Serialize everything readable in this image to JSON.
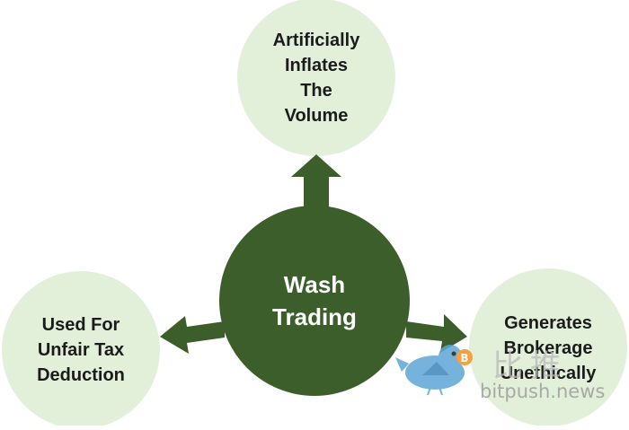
{
  "diagram": {
    "center": {
      "lines": [
        "Wash",
        "Trading"
      ]
    },
    "top": {
      "lines": [
        "Artificially",
        "Inflates",
        "The",
        "Volume"
      ]
    },
    "left": {
      "lines": [
        "Used For",
        "Unfair Tax",
        "Deduction"
      ]
    },
    "right": {
      "lines": [
        "Generates",
        "Brokerage",
        "Unethically"
      ]
    }
  },
  "watermark": {
    "glyphs": "比推",
    "domain": "bitpush.news",
    "coin_symbol": "B"
  },
  "colors": {
    "center_fill": "#3b5e2b",
    "outer_fill": "#e2efd9",
    "arrow_fill": "#3b5e2b",
    "bird_fill": "#5ea6d6",
    "coin_fill": "#f6a13b"
  }
}
